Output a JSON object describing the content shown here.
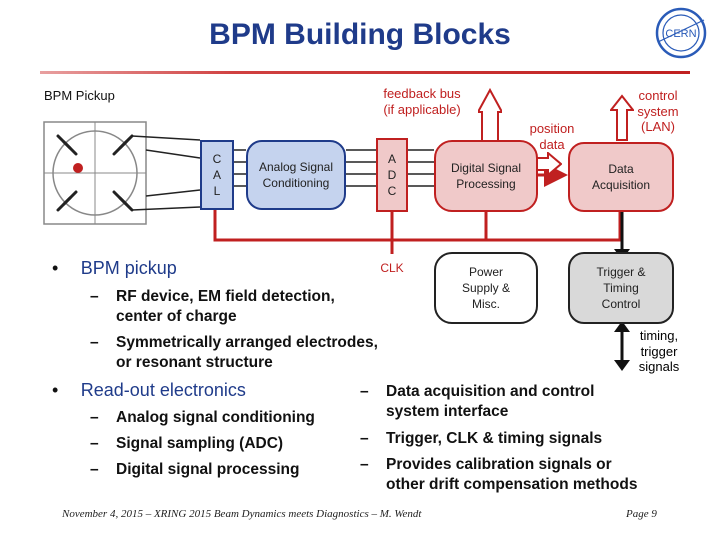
{
  "slide": {
    "title": "BPM Building Blocks",
    "pickup_label": "BPM Pickup",
    "feedback_bus": "feedback bus\n(if applicable)",
    "position_data": "position\ndata",
    "control_system": "control\nsystem\n(LAN)",
    "timing_signals": "timing,\ntrigger\nsignals",
    "blocks": {
      "cal": "C\nA\nL",
      "analog": "Analog Signal\nConditioning",
      "adc": "A\nD\nC",
      "dsp": "Digital Signal\nProcessing",
      "daq": "Data\nAcquisition",
      "clk": "CLK",
      "power": "Power\nSupply &\nMisc.",
      "trigger": "Trigger &\nTiming\nControl"
    },
    "bullets": [
      {
        "heading": "BPM pickup",
        "items": [
          "RF device, EM field detection,\ncenter of charge",
          "Symmetrically arranged electrodes,\nor resonant structure"
        ]
      },
      {
        "heading": "Read-out electronics",
        "items": [
          "Analog signal conditioning",
          "Signal sampling (ADC)",
          "Digital signal processing"
        ]
      }
    ],
    "right_items": [
      "Data acquisition and control\nsystem interface",
      "Trigger, CLK & timing signals",
      "Provides calibration signals or\nother drift compensation methods"
    ],
    "dash": "–",
    "bullet_mark": "•",
    "logo_text": "CERN",
    "footer": "November 4, 2015 – XRING 2015 Beam Dynamics meets Diagnostics – M. Wendt",
    "page": "Page  9"
  }
}
